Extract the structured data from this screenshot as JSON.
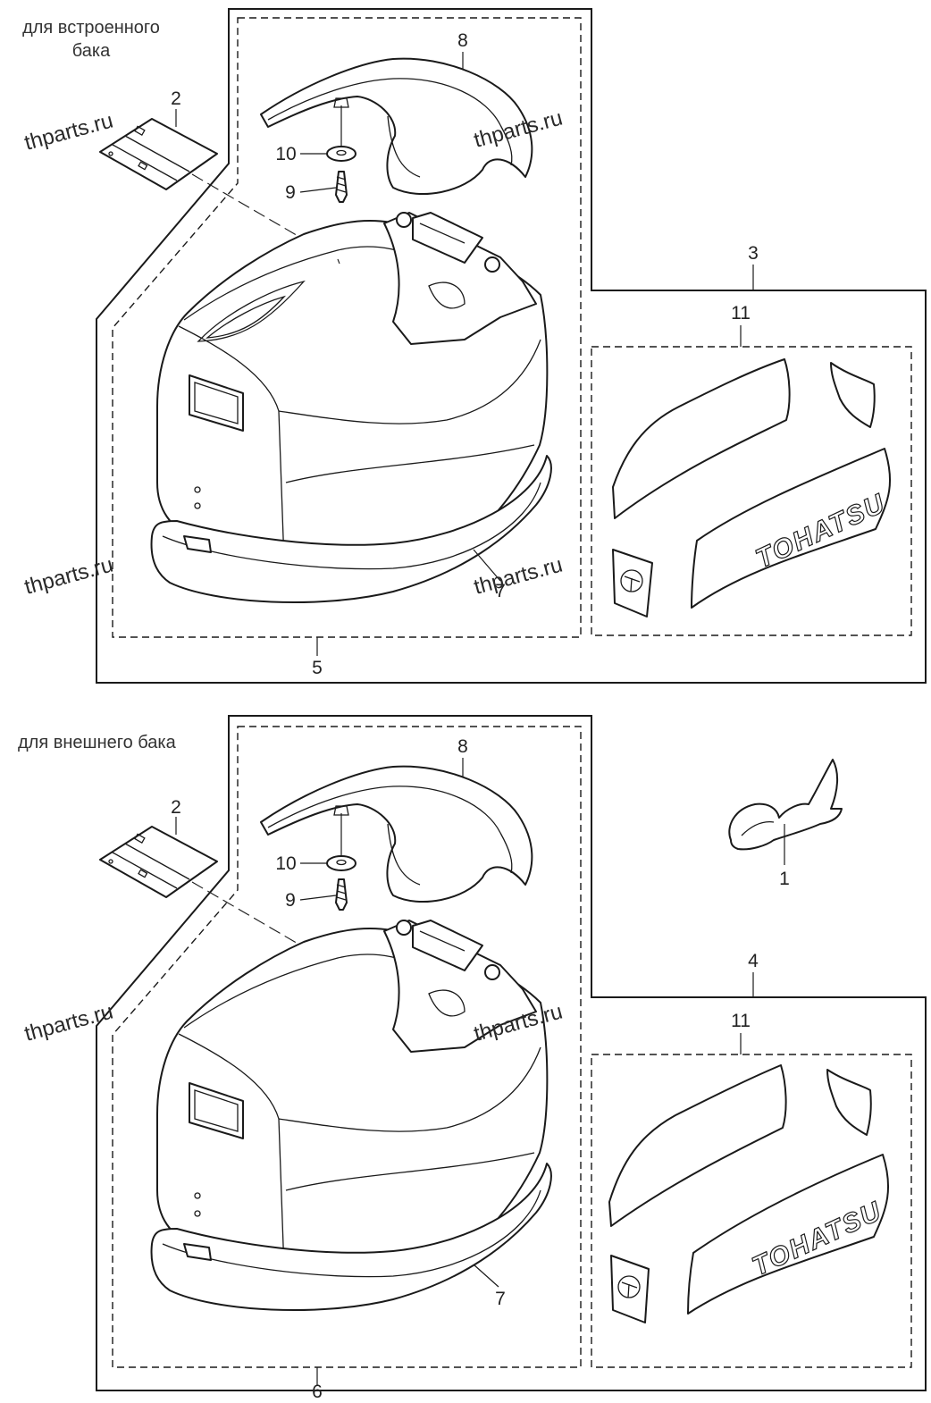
{
  "captions": {
    "top": "для встроенного\nбака",
    "bottom": "для внешнего бака"
  },
  "watermark": "thparts.ru",
  "brand_text": "TOHATSU",
  "labels": {
    "p1": "1",
    "p2": "2",
    "p3": "3",
    "p4": "4",
    "p5": "5",
    "p6": "6",
    "p7": "7",
    "p8": "8",
    "p9": "9",
    "p10": "10",
    "p11": "11"
  }
}
